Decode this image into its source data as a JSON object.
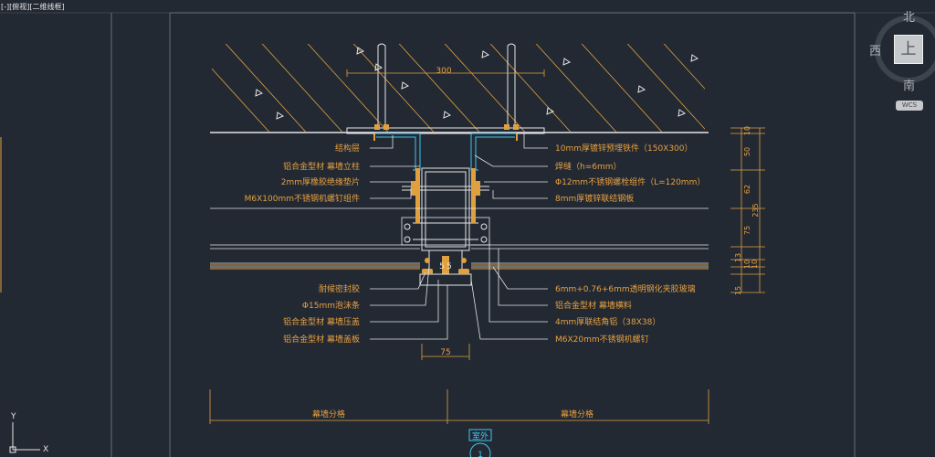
{
  "viewport": {
    "label": "[-][俯视][二维线框]",
    "compass": {
      "north": "北",
      "west": "西",
      "south": "南",
      "top_face": "上"
    },
    "wcs_label": "WCS",
    "ucs": {
      "x": "X",
      "y": "Y"
    }
  },
  "drawing": {
    "colors": {
      "background": "#222933",
      "annotation": "#e8a040",
      "line": "#e6e6e6",
      "dim": "#e0a040",
      "cyan": "#3fc8f0"
    },
    "top_dim": "300",
    "bottom_dim": "75",
    "center_dim": "5",
    "center_dim2": "5",
    "left_labels": [
      "结构层",
      "铝合金型材   幕墙立柱",
      "2mm厚橡胶绝缘垫片",
      "M6X100mm不锈钢机螺钉组件",
      "耐候密封胶",
      "Φ15mm泡沫条",
      "铝合金型材   幕墙压盖",
      "铝合金型材   幕墙盖板"
    ],
    "right_labels": [
      "10mm厚镀锌预埋铁件（150X300）",
      "焊缝（h=6mm）",
      "Φ12mm不锈钢螺栓组件（L=120mm）",
      "8mm厚镀锌联结钢板",
      "6mm+0.76+6mm透明钢化夹胶玻璃",
      "铝合金型材   幕墙横料",
      "4mm厚联结角铝（38X38）",
      "M6X20mm不锈钢机螺钉"
    ],
    "right_dims": [
      "10",
      "50",
      "62",
      "235",
      "75",
      "13",
      "10",
      "10",
      "15"
    ],
    "bottom_labels": [
      "幕墙分格",
      "幕墙分格"
    ],
    "exterior_label": "室外",
    "detail_number": "1"
  }
}
